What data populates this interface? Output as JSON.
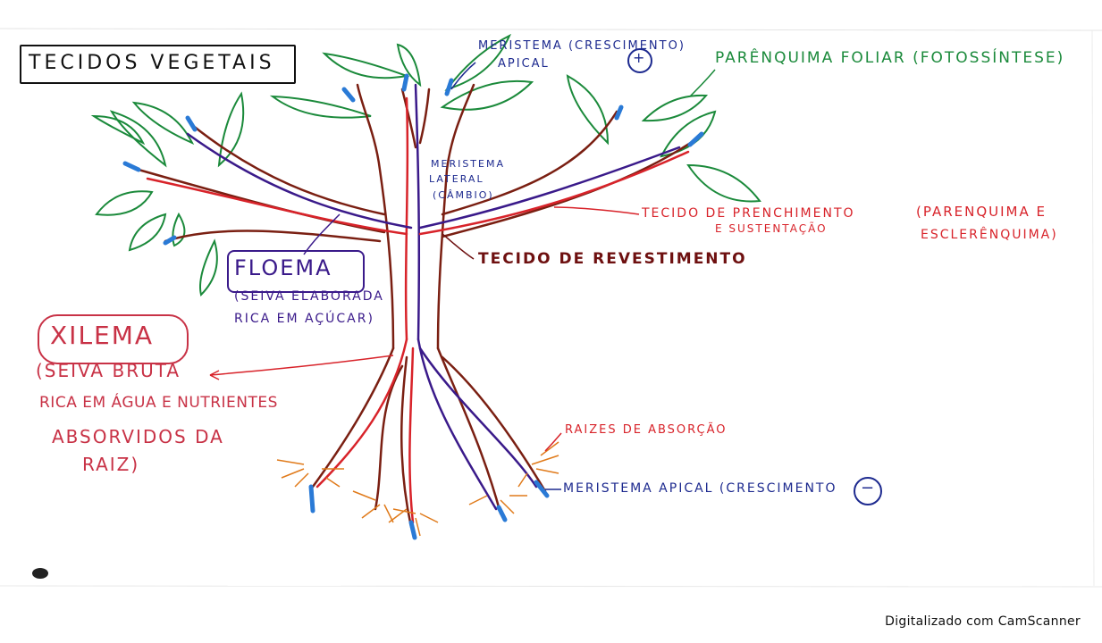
{
  "title": "TECIDOS VEGETAIS",
  "labels": {
    "meristema_apical_top_1": "MERISTEMA (CRESCIMENTO)",
    "meristema_apical_top_2": "APICAL",
    "parenquima_foliar": "PARÊNQUIMA FOLIAR (FOTOSSÍNTESE)",
    "meristema_lateral_1": "MERISTEMA",
    "meristema_lateral_2": "LATERAL",
    "meristema_lateral_3": "(CÂMBIO)",
    "tecido_preenchimento_1": "TECIDO DE PRENCHIMENTO",
    "tecido_preenchimento_2": "E SUSTENTAÇÃO",
    "parenquima_esclerenquima_1": "(PARENQUIMA E",
    "parenquima_esclerenquima_2": "ESCLERÊNQUIMA)",
    "tecido_revestimento": "TECIDO DE REVESTIMENTO",
    "floema": "FLOEMA",
    "floema_desc_1": "(SEIVA ELABORADA",
    "floema_desc_2": "RICA EM AÇÚCAR)",
    "xilema": "XILEMA",
    "xilema_desc_1": "(SEIVA BRUTA",
    "xilema_desc_2": "RICA EM ÁGUA E NUTRIENTES",
    "xilema_desc_3": "ABSORVIDOS DA",
    "xilema_desc_4": "RAIZ)",
    "raizes_absorcao": "RAIZES DE ABSORÇÃO",
    "meristema_apical_bottom": "MERISTEMA APICAL (CRESCIMENTO",
    "plus_sign": "+",
    "minus_sign": "−"
  },
  "footer": "Digitalizado com CamScanner",
  "colors": {
    "paper": "#ffffff",
    "ink_black": "#111111",
    "ink_blue": "#1d2a8f",
    "ink_green": "#1b8a3b",
    "ink_red": "#d8232a",
    "ink_dark_red": "#6e1010",
    "ink_purple": "#3a1a8a",
    "ink_rose": "#c83246",
    "root_orange": "#e07a1a",
    "bark": "#7a1f12",
    "meristem_blue": "#2a7ad6"
  }
}
